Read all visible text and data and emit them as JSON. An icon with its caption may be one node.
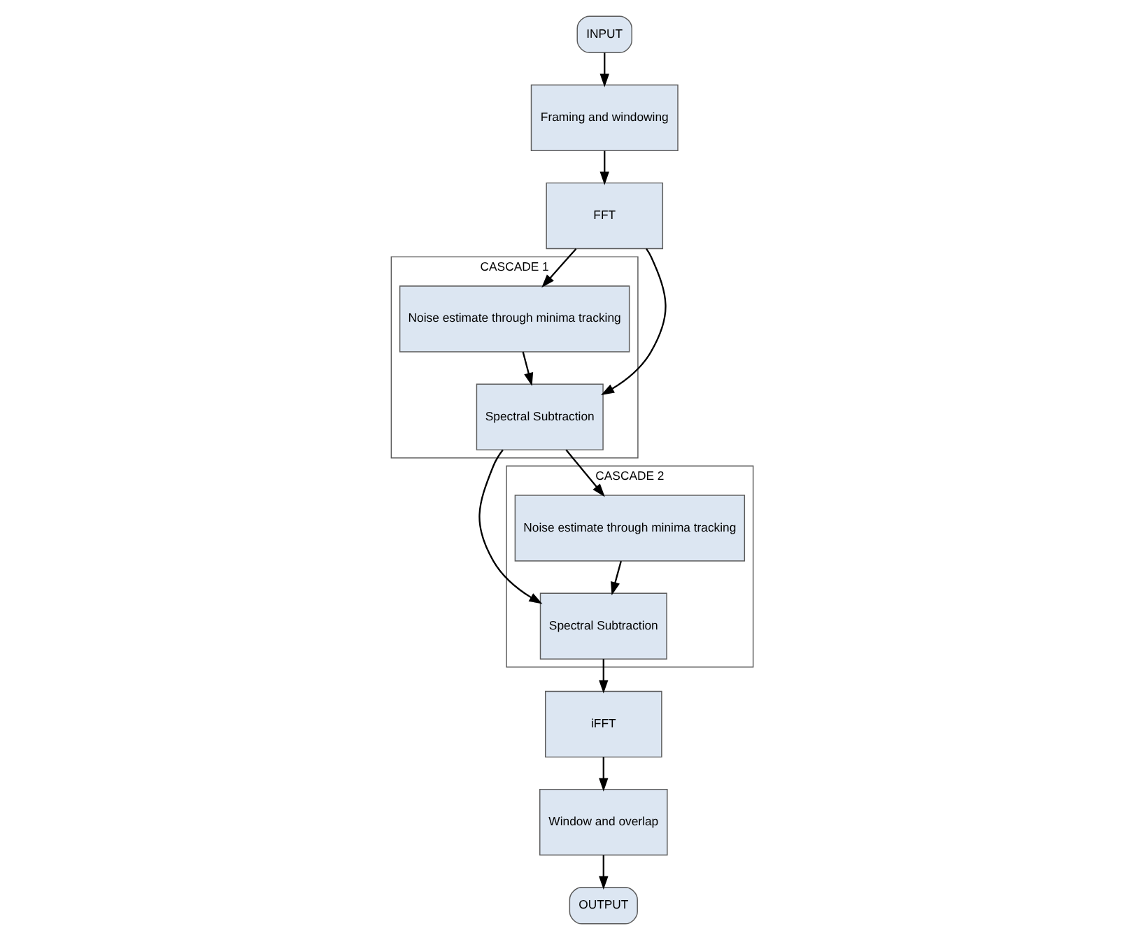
{
  "diagram": {
    "nodes": [
      {
        "text": [
          "INPUT"
        ]
      },
      {
        "text": [
          "Framing and windowing"
        ]
      },
      {
        "text": [
          "FFT"
        ]
      },
      {
        "text": [
          "CASCADE 1"
        ]
      },
      {
        "text": [
          "Noise estimate through minima tracking"
        ],
        "in": 3
      },
      {
        "text": [
          "Spectral Subtraction"
        ],
        "in": 3
      },
      {
        "text": [
          "OUTPUT"
        ]
      },
      {
        "text": [
          "Window and overlap"
        ]
      },
      {
        "text": [
          "iFFT"
        ]
      },
      {
        "text": [
          "CASCADE 2"
        ]
      },
      {
        "text": [
          "Spectral Subtraction"
        ],
        "in": 9
      },
      {
        "text": [
          "Noise estimate through minima tracking"
        ],
        "in": 9
      }
    ],
    "edges": [
      {
        "from": 0,
        "to": 1,
        "arrow": "to"
      },
      {
        "from": 1,
        "to": 2,
        "arrow": "to"
      },
      {
        "from": 2,
        "to": 4,
        "arrow": "to"
      },
      {
        "from": 4,
        "to": 5,
        "arrow": "to"
      },
      {
        "from": 2,
        "to": 5,
        "arrow": "to"
      },
      {
        "from": 5,
        "to": 10,
        "arrow": "to"
      },
      {
        "from": 5,
        "to": 11,
        "arrow": "to"
      },
      {
        "from": 11,
        "to": 10,
        "arrow": "to"
      },
      {
        "from": 10,
        "to": 8,
        "arrow": "to"
      },
      {
        "from": 8,
        "to": 7,
        "arrow": "to"
      },
      {
        "from": 7,
        "to": 6,
        "arrow": "to"
      }
    ]
  }
}
